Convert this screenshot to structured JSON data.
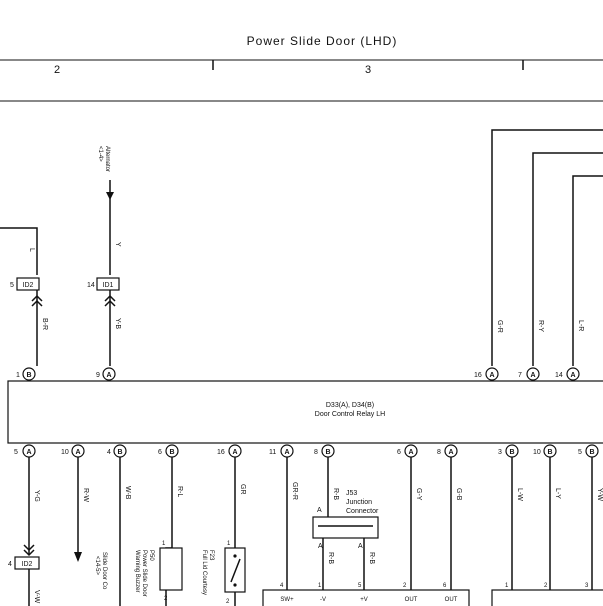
{
  "title": "Power Slide Door (LHD)",
  "columns": [
    "2",
    "3"
  ],
  "relay": {
    "id": "D33(A), D34(B)",
    "name": "Door Control Relay LH"
  },
  "top_references": {
    "alternator": "Alternator",
    "alternator_ref": "<1-4>"
  },
  "connectors_top": {
    "id2_pin": "5",
    "id2_label": "ID2",
    "id1_pin": "14",
    "id1_label": "ID1"
  },
  "top_wires": {
    "l": "L",
    "y": "Y",
    "br": "B-R",
    "yb": "Y-B",
    "gr": "G-R",
    "ry": "R-Y",
    "lr": "L-R"
  },
  "relay_top_pins": [
    {
      "num": "1",
      "letter": "B"
    },
    {
      "num": "9",
      "letter": "A"
    },
    {
      "num": "16",
      "letter": "A"
    },
    {
      "num": "7",
      "letter": "A"
    },
    {
      "num": "14",
      "letter": "A"
    }
  ],
  "relay_bottom_pins": [
    {
      "num": "5",
      "letter": "A"
    },
    {
      "num": "10",
      "letter": "A"
    },
    {
      "num": "4",
      "letter": "B"
    },
    {
      "num": "6",
      "letter": "B"
    },
    {
      "num": "16",
      "letter": "A"
    },
    {
      "num": "11",
      "letter": "A"
    },
    {
      "num": "8",
      "letter": "B"
    },
    {
      "num": "6",
      "letter": "A"
    },
    {
      "num": "8",
      "letter": "A"
    },
    {
      "num": "3",
      "letter": "B"
    },
    {
      "num": "10",
      "letter": "B"
    },
    {
      "num": "5",
      "letter": "B"
    }
  ],
  "bottom_wires": {
    "yg": "Y-G",
    "rw": "R-W",
    "wb": "W-B",
    "rl": "R-L",
    "gr2": "GR",
    "grr": "GR-R",
    "rb": "R-B",
    "gy": "G-Y",
    "gb": "G-B",
    "lw": "L-W",
    "ly": "L-Y",
    "yw": "Y-W",
    "vw": "V-W",
    "rb_a": "R-B",
    "rb_b": "R-B"
  },
  "junction": {
    "id": "J53",
    "line1": "Junction",
    "line2": "Connector",
    "pin_a": "A",
    "pin_a2": "A",
    "pin_a3": "A"
  },
  "components": {
    "slide_door": "Slide Door Co",
    "slide_door_ref": "<14-5>",
    "p50_id": "P50",
    "p50_line1": "Power Slide Door",
    "p50_line2": "Warning Buzzer",
    "f23_id": "F23",
    "f23_line1": "Full Lid Courtesy"
  },
  "connector_bottom": {
    "pin": "4",
    "label": "ID2"
  },
  "motor_pins": {
    "sw": "SW+",
    "mv": "-V",
    "pv": "+V",
    "out1": "OUT",
    "out2": "OUT",
    "p4": "4",
    "p1": "1",
    "p5": "5",
    "p2": "2",
    "p6": "6"
  },
  "right_pins": {
    "p1": "1",
    "p2": "2",
    "p3": "3"
  },
  "small_pins": {
    "p50_top": "1",
    "p50_bot": "2",
    "f23_top": "1",
    "f23_bot": "2"
  }
}
